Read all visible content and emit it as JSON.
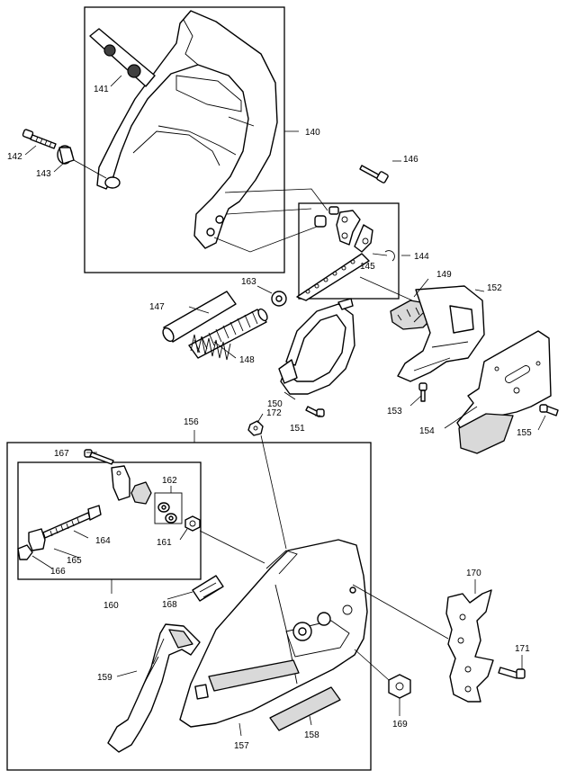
{
  "callouts": {
    "c140": "140",
    "c141": "141",
    "c142": "142",
    "c143": "143",
    "c144": "144",
    "c145": "145",
    "c146": "146",
    "c147": "147",
    "c148": "148",
    "c149": "149",
    "c150": "150",
    "c151": "151",
    "c152": "152",
    "c153": "153",
    "c154": "154",
    "c155": "155",
    "c156": "156",
    "c157": "157",
    "c158": "158",
    "c159": "159",
    "c160": "160",
    "c161": "161",
    "c162": "162",
    "c163": "163",
    "c164": "164",
    "c165": "165",
    "c166": "166",
    "c167": "167",
    "c168": "168",
    "c169": "169",
    "c170": "170",
    "c171": "171",
    "c172": "172"
  },
  "colors": {
    "line": "#000000",
    "fill": "#ffffff",
    "shade": "#d9d9d9",
    "dark": "#404040"
  }
}
